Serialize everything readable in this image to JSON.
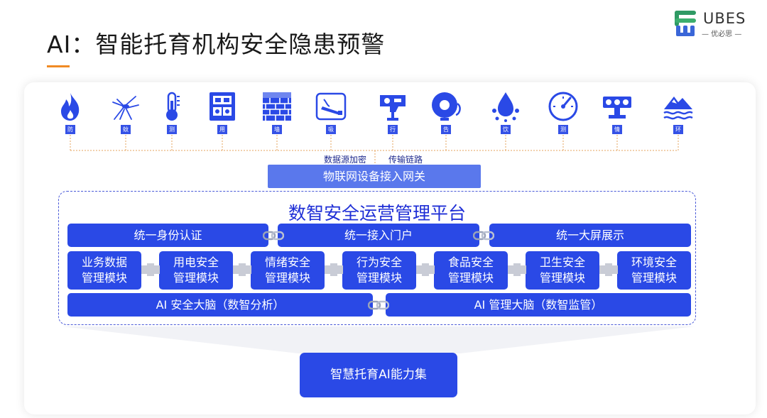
{
  "header": {
    "title": "AI：智能托育机构安全隐患预警",
    "logo_text": "UBES",
    "logo_sub": "— 优必思 —"
  },
  "sensors": [
    {
      "icon": "fire-icon",
      "label": "防"
    },
    {
      "icon": "mosquito-icon",
      "label": "蚊"
    },
    {
      "icon": "thermometer-icon",
      "label": "测"
    },
    {
      "icon": "electric-panel-icon",
      "label": "用"
    },
    {
      "icon": "wall-icon",
      "label": "墙"
    },
    {
      "icon": "smoking-icon",
      "label": "吸"
    },
    {
      "icon": "camera-icon",
      "label": "行"
    },
    {
      "icon": "alarm-bell-icon",
      "label": "告"
    },
    {
      "icon": "water-drop-icon",
      "label": "饮"
    },
    {
      "icon": "gauge-icon",
      "label": "测"
    },
    {
      "icon": "face-camera-icon",
      "label": "情"
    },
    {
      "icon": "environment-icon",
      "label": "环"
    }
  ],
  "links": {
    "left_label": "数据源加密",
    "left_label_overflow": "加密",
    "right_label": "传输链路"
  },
  "gateway": "物联网设备接入网关",
  "platform": {
    "title": "数智安全运营管理平台",
    "unified": [
      "统一身份认证",
      "统一接入门户",
      "统一大屏展示"
    ],
    "modules": [
      {
        "line1": "业务数据",
        "line2": "管理模块"
      },
      {
        "line1": "用电安全",
        "line2": "管理模块"
      },
      {
        "line1": "情绪安全",
        "line2": "管理模块"
      },
      {
        "line1": "行为安全",
        "line2": "管理模块"
      },
      {
        "line1": "食品安全",
        "line2": "管理模块"
      },
      {
        "line1": "卫生安全",
        "line2": "管理模块"
      },
      {
        "line1": "环境安全",
        "line2": "管理模块"
      }
    ],
    "brains": [
      "AI 安全大脑（数智分析）",
      "AI 管理大脑（数智监管）"
    ]
  },
  "ai_capability": "智慧托育AI能力集",
  "colors": {
    "primary": "#2a49e6",
    "gateway": "#5a78ec",
    "accent": "#f08a24",
    "dotted": "#e6a35c"
  }
}
